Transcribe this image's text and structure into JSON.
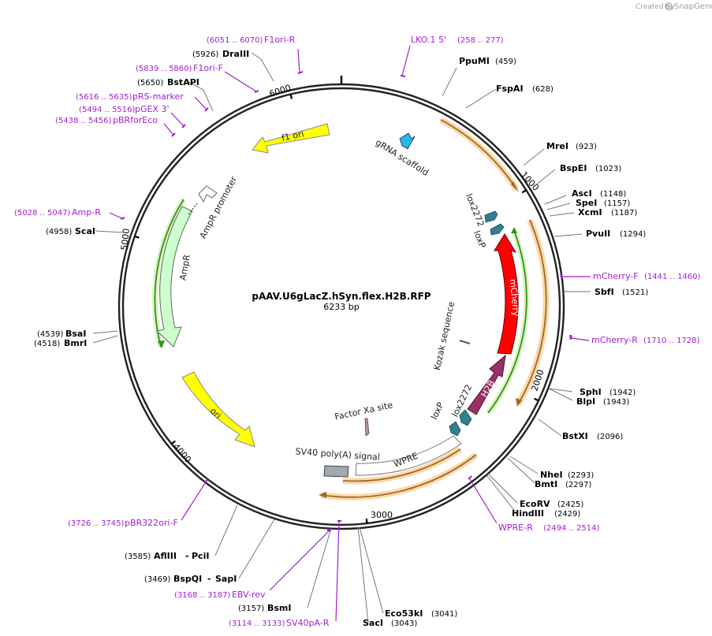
{
  "header": {
    "created_by": "Created by",
    "brand": "SnapGene",
    "brand_icon": "snapgene-logo-icon"
  },
  "plasmid": {
    "name": "pAAV.U6gLacZ.hSyn.flex.H2B.RFP",
    "length_label": "6233 bp",
    "length": 6233
  },
  "ticks": [
    "1000",
    "2000",
    "3000",
    "4000",
    "5000",
    "6000"
  ],
  "enzymes": [
    {
      "name": "PpuMI",
      "pos": "(459)"
    },
    {
      "name": "FspAI",
      "pos": "(628)"
    },
    {
      "name": "MreI",
      "pos": "(923)"
    },
    {
      "name": "BspEI",
      "pos": "(1023)"
    },
    {
      "name": "AscI",
      "pos": "(1148)"
    },
    {
      "name": "SpeI",
      "pos": "(1157)"
    },
    {
      "name": "XcmI",
      "pos": "(1187)"
    },
    {
      "name": "PvuII",
      "pos": "(1294)"
    },
    {
      "name": "SbfI",
      "pos": "(1521)"
    },
    {
      "name": "SphI",
      "pos": "(1942)"
    },
    {
      "name": "BlpI",
      "pos": "(1943)"
    },
    {
      "name": "BstXI",
      "pos": "(2096)"
    },
    {
      "name": "NheI",
      "pos": "(2293)"
    },
    {
      "name": "BmtI",
      "pos": "(2297)"
    },
    {
      "name": "EcoRV",
      "pos": "(2425)"
    },
    {
      "name": "HindIII",
      "pos": "(2429)"
    },
    {
      "name": "Eco53kI",
      "pos": "(3041)"
    },
    {
      "name": "SacI",
      "pos": "(3043)"
    },
    {
      "name": "BsmI",
      "pos": "(3157)"
    },
    {
      "name": "BspQI",
      "name2": "SapI",
      "pos": "(3469)"
    },
    {
      "name": "AflIII",
      "name2": "PciI",
      "pos": "(3585)"
    },
    {
      "name": "BsaI",
      "pos": "(4539)"
    },
    {
      "name": "BmrI",
      "pos": "(4518)"
    },
    {
      "name": "ScaI",
      "pos": "(4958)"
    },
    {
      "name": "BstAPI",
      "pos": "(5650)"
    },
    {
      "name": "DraIII",
      "pos": "(5926)"
    }
  ],
  "primers": [
    {
      "name": "LKO.1 5'",
      "pos": "(258 .. 277)"
    },
    {
      "name": "mCherry-F",
      "pos": "(1441 .. 1460)"
    },
    {
      "name": "mCherry-R",
      "pos": "(1710 .. 1728)"
    },
    {
      "name": "WPRE-R",
      "pos": "(2494 .. 2514)"
    },
    {
      "name": "SV40pA-R",
      "pos": "(3114 .. 3133)"
    },
    {
      "name": "EBV-rev",
      "pos": "(3168 .. 3187)"
    },
    {
      "name": "pBR322ori-F",
      "pos": "(3726 .. 3745)"
    },
    {
      "name": "Amp-R",
      "pos": "(5028 .. 5047)"
    },
    {
      "name": "pBRforEco",
      "pos": "(5438 .. 5456)"
    },
    {
      "name": "pGEX 3'",
      "pos": "(5494 .. 5516)"
    },
    {
      "name": "pRS-marker",
      "pos": "(5616 .. 5635)"
    },
    {
      "name": "F1ori-F",
      "pos": "(5839 .. 5860)"
    },
    {
      "name": "F1ori-R",
      "pos": "(6051 .. 6070)"
    }
  ],
  "features": [
    {
      "name": "gRNA scaffold",
      "color": "#29b6e8"
    },
    {
      "name": "f1 ori",
      "color": "#ffff00"
    },
    {
      "name": "AmpR promoter",
      "color": "#ffffff"
    },
    {
      "name": "AmpR",
      "color": "#ccffcc"
    },
    {
      "name": "ori",
      "color": "#ffff00"
    },
    {
      "name": "lox2272",
      "color": "#2f7f8f"
    },
    {
      "name": "loxP",
      "color": "#2f7f8f"
    },
    {
      "name": "mCherry",
      "color": "#ff0000"
    },
    {
      "name": "H2B",
      "color": "#9c2f68"
    },
    {
      "name": "Kozak sequence",
      "color": "#888888"
    },
    {
      "name": "lox2272",
      "color": "#2f7f8f"
    },
    {
      "name": "loxP",
      "color": "#2f7f8f"
    },
    {
      "name": "Factor Xa site",
      "color": "#c08aa8"
    },
    {
      "name": "WPRE",
      "color": "#ffffff"
    },
    {
      "name": "SV40 poly(A) signal",
      "color": "#a0a8b0"
    }
  ]
}
